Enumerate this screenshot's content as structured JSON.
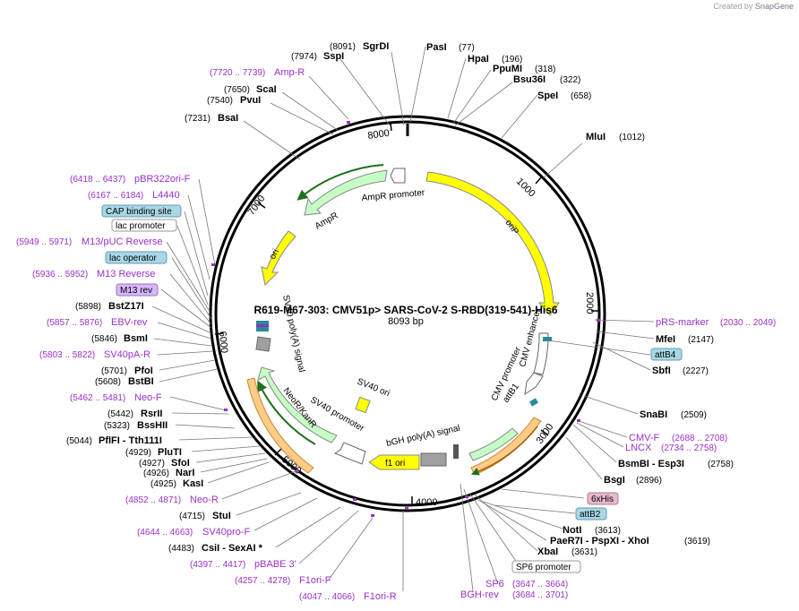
{
  "credit": {
    "prefix": "Created by",
    "brand": "SnapGene"
  },
  "plasmid": {
    "name": "R619-M67-303: CMV51p> SARS-CoV-2 S-RBD(319-541)-His6",
    "size": "8093 bp",
    "ticks": [
      "1000",
      "2000",
      "3000",
      "4000",
      "5000",
      "6000",
      "7000",
      "8000"
    ]
  },
  "features": [
    {
      "name": "AmpR promoter"
    },
    {
      "name": "AmpR"
    },
    {
      "name": "ori"
    },
    {
      "name": "oriP"
    },
    {
      "name": "SV40 poly(A) signal"
    },
    {
      "name": "NeoR/KanR"
    },
    {
      "name": "SV40 promoter"
    },
    {
      "name": "SV40 ori"
    },
    {
      "name": "f1 ori"
    },
    {
      "name": "bGH poly(A) signal"
    },
    {
      "name": "CMV enhancer"
    },
    {
      "name": "CMV promoter"
    },
    {
      "name": "attB1"
    }
  ],
  "labels": {
    "l01": {
      "pos": "(8091)",
      "name": "SgrDI"
    },
    "l02": {
      "pos": "(7974)",
      "name": "SspI"
    },
    "l03": {
      "pos": "(7720 .. 7739)",
      "name": "Amp-R"
    },
    "l04": {
      "pos": "(7650)",
      "name": "ScaI"
    },
    "l05": {
      "pos": "(7540)",
      "name": "PvuI"
    },
    "l06": {
      "pos": "(7231)",
      "name": "BsaI"
    },
    "l07": {
      "pos": "(6418 .. 6437)",
      "name": "pBR322ori-F"
    },
    "l08": {
      "pos": "(6167 .. 6184)",
      "name": "L4440"
    },
    "l09": {
      "name": "CAP binding site"
    },
    "l10": {
      "name": "lac promoter"
    },
    "l11": {
      "pos": "(5949 .. 5971)",
      "name": "M13/pUC Reverse"
    },
    "l12": {
      "name": "lac operator"
    },
    "l13": {
      "pos": "(5936 .. 5952)",
      "name": "M13 Reverse"
    },
    "l14": {
      "name": "M13 rev"
    },
    "l15": {
      "pos": "(5898)",
      "name": "BstZ17I"
    },
    "l16": {
      "pos": "(5857 .. 5876)",
      "name": "EBV-rev"
    },
    "l17": {
      "pos": "(5846)",
      "name": "BsmI"
    },
    "l18": {
      "pos": "(5803 .. 5822)",
      "name": "SV40pA-R"
    },
    "l19": {
      "pos": "(5701)",
      "name": "PfoI"
    },
    "l20": {
      "pos": "(5608)",
      "name": "BstBI"
    },
    "l21": {
      "pos": "(5462 .. 5481)",
      "name": "Neo-F"
    },
    "l22": {
      "pos": "(5442)",
      "name": "RsrII"
    },
    "l23": {
      "pos": "(5323)",
      "name": "BssHII"
    },
    "l24": {
      "pos": "(5044)",
      "name": "PflFI - Tth111I"
    },
    "l25": {
      "pos": "(4929)",
      "name": "PluTI"
    },
    "l26": {
      "pos": "(4927)",
      "name": "SfoI"
    },
    "l27": {
      "pos": "(4926)",
      "name": "NarI"
    },
    "l28": {
      "pos": "(4925)",
      "name": "KasI"
    },
    "l29": {
      "pos": "(4852 .. 4871)",
      "name": "Neo-R"
    },
    "l30": {
      "pos": "(4715)",
      "name": "StuI"
    },
    "l31": {
      "pos": "(4644 .. 4663)",
      "name": "SV40pro-F"
    },
    "l32": {
      "pos": "(4483)",
      "name": "CsiI - SexAI *"
    },
    "l33": {
      "pos": "(4397 .. 4417)",
      "name": "pBABE 3'"
    },
    "l34": {
      "pos": "(4257 .. 4278)",
      "name": "F1ori-F"
    },
    "l35": {
      "pos": "(4047 .. 4066)",
      "name": "F1ori-R"
    },
    "r01": {
      "name": "PasI",
      "pos": "(77)"
    },
    "r02": {
      "name": "HpaI",
      "pos": "(196)"
    },
    "r03": {
      "name": "PpuMI",
      "pos": "(318)"
    },
    "r04": {
      "name": "Bsu36I",
      "pos": "(322)"
    },
    "r05": {
      "name": "SpeI",
      "pos": "(658)"
    },
    "r06": {
      "name": "MluI",
      "pos": "(1012)"
    },
    "r07": {
      "name": "pRS-marker",
      "pos": "(2030 .. 2049)"
    },
    "r08": {
      "name": "MfeI",
      "pos": "(2147)"
    },
    "r09": {
      "name": "attB4"
    },
    "r10": {
      "name": "SbfI",
      "pos": "(2227)"
    },
    "r11": {
      "name": "SnaBI",
      "pos": "(2509)"
    },
    "r12": {
      "name": "CMV-F",
      "pos": "(2688 .. 2708)"
    },
    "r13": {
      "name": "LNCX",
      "pos": "(2734 .. 2758)"
    },
    "r14": {
      "name": "BsmBI - Esp3I",
      "pos": "(2758)"
    },
    "r15": {
      "name": "BsgI",
      "pos": "(2896)"
    },
    "r16": {
      "name": "6xHis"
    },
    "r17": {
      "name": "attB2"
    },
    "r18": {
      "name": "NotI",
      "pos": "(3613)"
    },
    "r19": {
      "name": "PaeR7I - PspXI - XhoI",
      "pos": "(3619)"
    },
    "r20": {
      "name": "XbaI",
      "pos": "(3631)"
    },
    "r21": {
      "name": "SP6 promoter"
    },
    "r22": {
      "name": "SP6",
      "pos": "(3647 .. 3664)"
    },
    "r23": {
      "name": "BGH-rev",
      "pos": "(3684 .. 3701)"
    }
  },
  "colors": {
    "enzyme": "#000000",
    "primer": "#9a30c8",
    "feature_yellow": "#ffff00",
    "feature_green": "#c6ffc6",
    "feature_orange": "#ffcc88",
    "misc_feature_blue": "#a8d8e8",
    "his_tag": "#e8b8d0",
    "m13_rev": "#d8b8f8"
  }
}
